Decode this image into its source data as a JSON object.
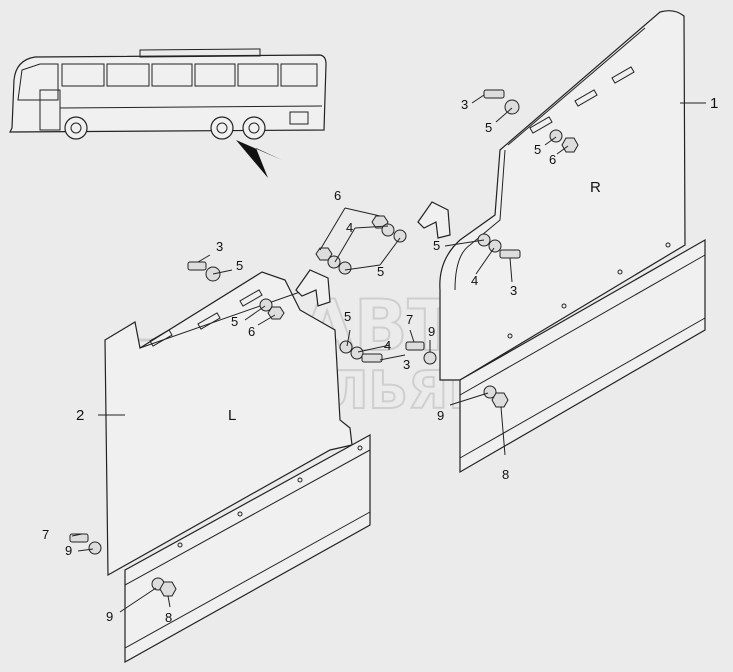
{
  "watermark": {
    "line1": "АВТО",
    "line2": "АЛЬЯНС"
  },
  "side_labels": {
    "right": "R",
    "left": "L"
  },
  "callouts": [
    {
      "id": "c1",
      "text": "1"
    },
    {
      "id": "c2",
      "text": "2"
    },
    {
      "id": "c3a",
      "text": "3"
    },
    {
      "id": "c5a",
      "text": "5"
    },
    {
      "id": "c5b",
      "text": "5"
    },
    {
      "id": "c6a",
      "text": "6"
    },
    {
      "id": "c6b",
      "text": "6"
    },
    {
      "id": "c4a",
      "text": "4"
    },
    {
      "id": "c5c",
      "text": "5"
    },
    {
      "id": "c5d",
      "text": "5"
    },
    {
      "id": "c4b",
      "text": "4"
    },
    {
      "id": "c3b",
      "text": "3"
    },
    {
      "id": "c3c",
      "text": "3"
    },
    {
      "id": "c5e",
      "text": "5"
    },
    {
      "id": "c5f",
      "text": "5"
    },
    {
      "id": "c6c",
      "text": "6"
    },
    {
      "id": "c5g",
      "text": "5"
    },
    {
      "id": "c4c",
      "text": "4"
    },
    {
      "id": "c3d",
      "text": "3"
    },
    {
      "id": "c7a",
      "text": "7"
    },
    {
      "id": "c9a",
      "text": "9"
    },
    {
      "id": "c9b",
      "text": "9"
    },
    {
      "id": "c8a",
      "text": "8"
    },
    {
      "id": "c7b",
      "text": "7"
    },
    {
      "id": "c9c",
      "text": "9"
    },
    {
      "id": "c9d",
      "text": "9"
    },
    {
      "id": "c8b",
      "text": "8"
    }
  ]
}
